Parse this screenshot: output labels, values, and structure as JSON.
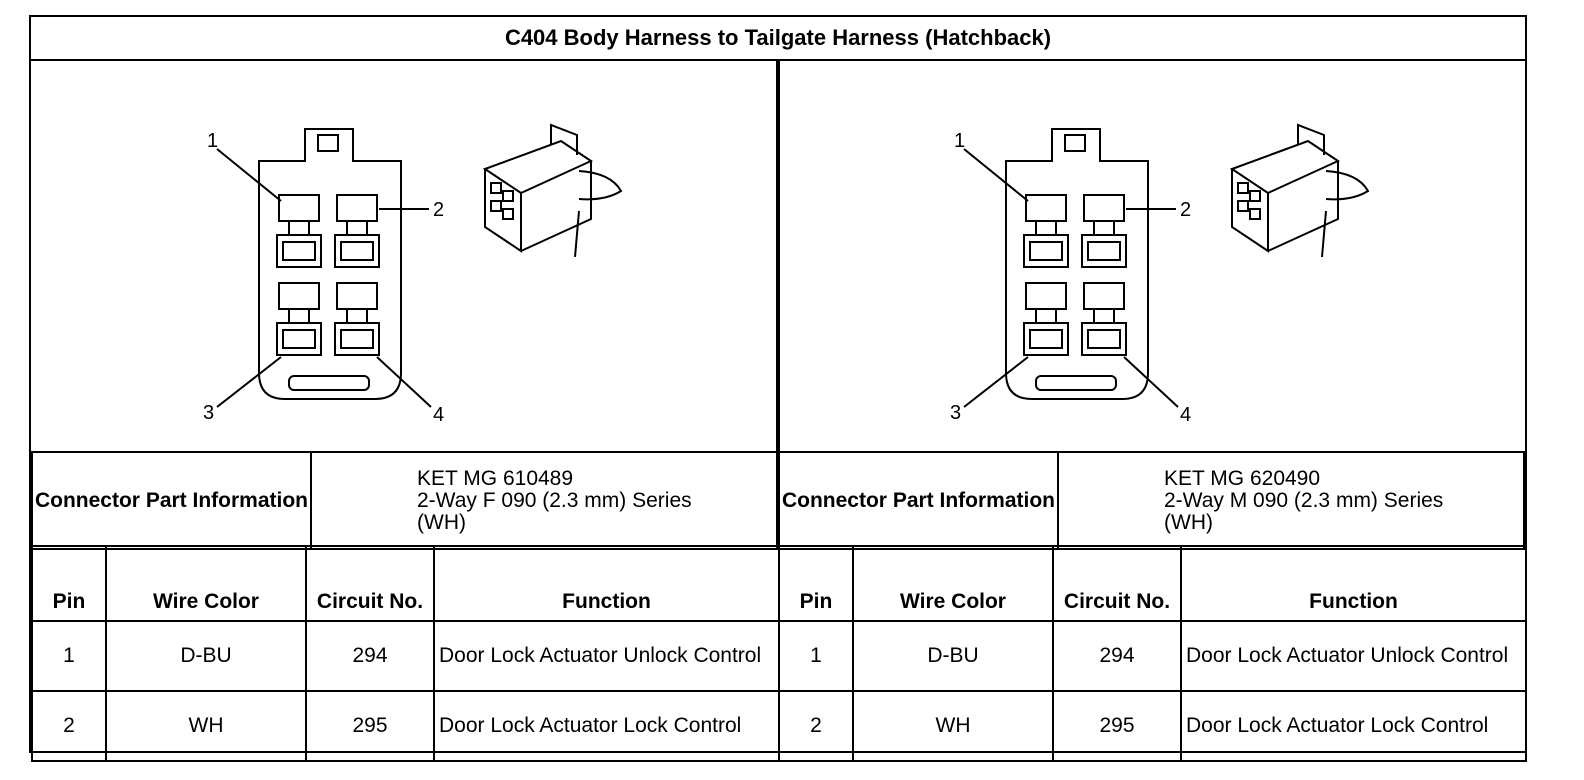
{
  "title": "C404 Body Harness to Tailgate Harness (Hatchback)",
  "connectors": [
    {
      "callouts": [
        "1",
        "2",
        "3",
        "4"
      ],
      "info_label": "Connector Part Information",
      "part_lines": [
        "KET MG 610489",
        "2-Way F 090 (2.3 mm) Series",
        "(WH)"
      ],
      "headers": {
        "pin": "Pin",
        "wire": "Wire Color",
        "circuit": "Circuit No.",
        "function": "Function"
      },
      "rows": [
        {
          "pin": "1",
          "wire": "D-BU",
          "circuit": "294",
          "function": "Door Lock Actuator Unlock Control"
        },
        {
          "pin": "2",
          "wire": "WH",
          "circuit": "295",
          "function": "Door Lock Actuator Lock Control"
        }
      ]
    },
    {
      "callouts": [
        "1",
        "2",
        "3",
        "4"
      ],
      "info_label": "Connector Part Information",
      "part_lines": [
        "KET MG 620490",
        "2-Way M 090 (2.3 mm) Series",
        "(WH)"
      ],
      "headers": {
        "pin": "Pin",
        "wire": "Wire Color",
        "circuit": "Circuit No.",
        "function": "Function"
      },
      "rows": [
        {
          "pin": "1",
          "wire": "D-BU",
          "circuit": "294",
          "function": "Door Lock Actuator Unlock Control"
        },
        {
          "pin": "2",
          "wire": "WH",
          "circuit": "295",
          "function": "Door Lock Actuator Lock Control"
        }
      ]
    }
  ]
}
